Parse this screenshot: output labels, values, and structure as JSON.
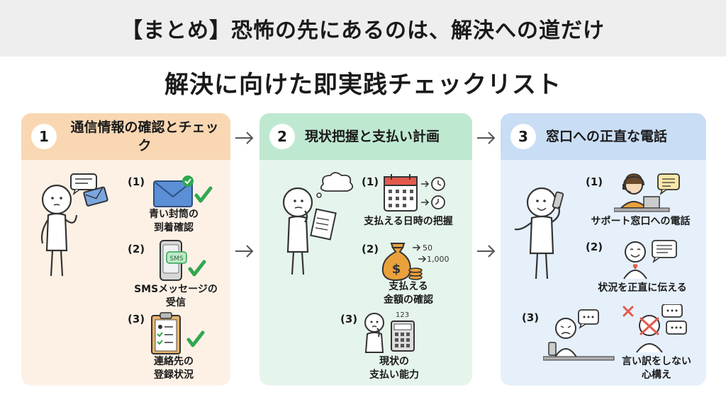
{
  "banner_title": "【まとめ】恐怖の先にあるのは、解決への道だけ",
  "subtitle": "解決に向けた即実践チェックリスト",
  "panels": [
    {
      "number": "1",
      "title": "通信情報の確認とチェック",
      "items": [
        {
          "num": "(1)",
          "label": "青い封筒の\n到着確認"
        },
        {
          "num": "(2)",
          "label": "SMSメッセージの\n受信",
          "icon_text": "SMS"
        },
        {
          "num": "(3)",
          "label": "連絡先の\n登録状況"
        }
      ]
    },
    {
      "number": "2",
      "title": "現状把握と支払い計画",
      "items": [
        {
          "num": "(1)",
          "label": "支払える日時の把握"
        },
        {
          "num": "(2)",
          "label": "支払える\n金額の確認",
          "icon_text_a": "50",
          "icon_text_b": "1,000"
        },
        {
          "num": "(3)",
          "label": "現状の\n支払い能力",
          "icon_text": "123"
        }
      ]
    },
    {
      "number": "3",
      "title": "窓口への正直な電話",
      "items": [
        {
          "num": "(1)",
          "label": "サポート窓口への電話"
        },
        {
          "num": "(2)",
          "label": "状況を正直に伝える"
        },
        {
          "num": "(3)",
          "label": "言い訳をしない\n心構え"
        }
      ]
    }
  ],
  "colors": {
    "panel1_bg": "#fdf1e6",
    "panel1_header": "#f9d7b3",
    "panel2_bg": "#e6f5ec",
    "panel2_header": "#bfe8d1",
    "panel3_bg": "#e6f0fb",
    "panel3_header": "#c9ddf5",
    "check_green": "#2fa84f",
    "envelope_blue": "#5b8fd6"
  }
}
